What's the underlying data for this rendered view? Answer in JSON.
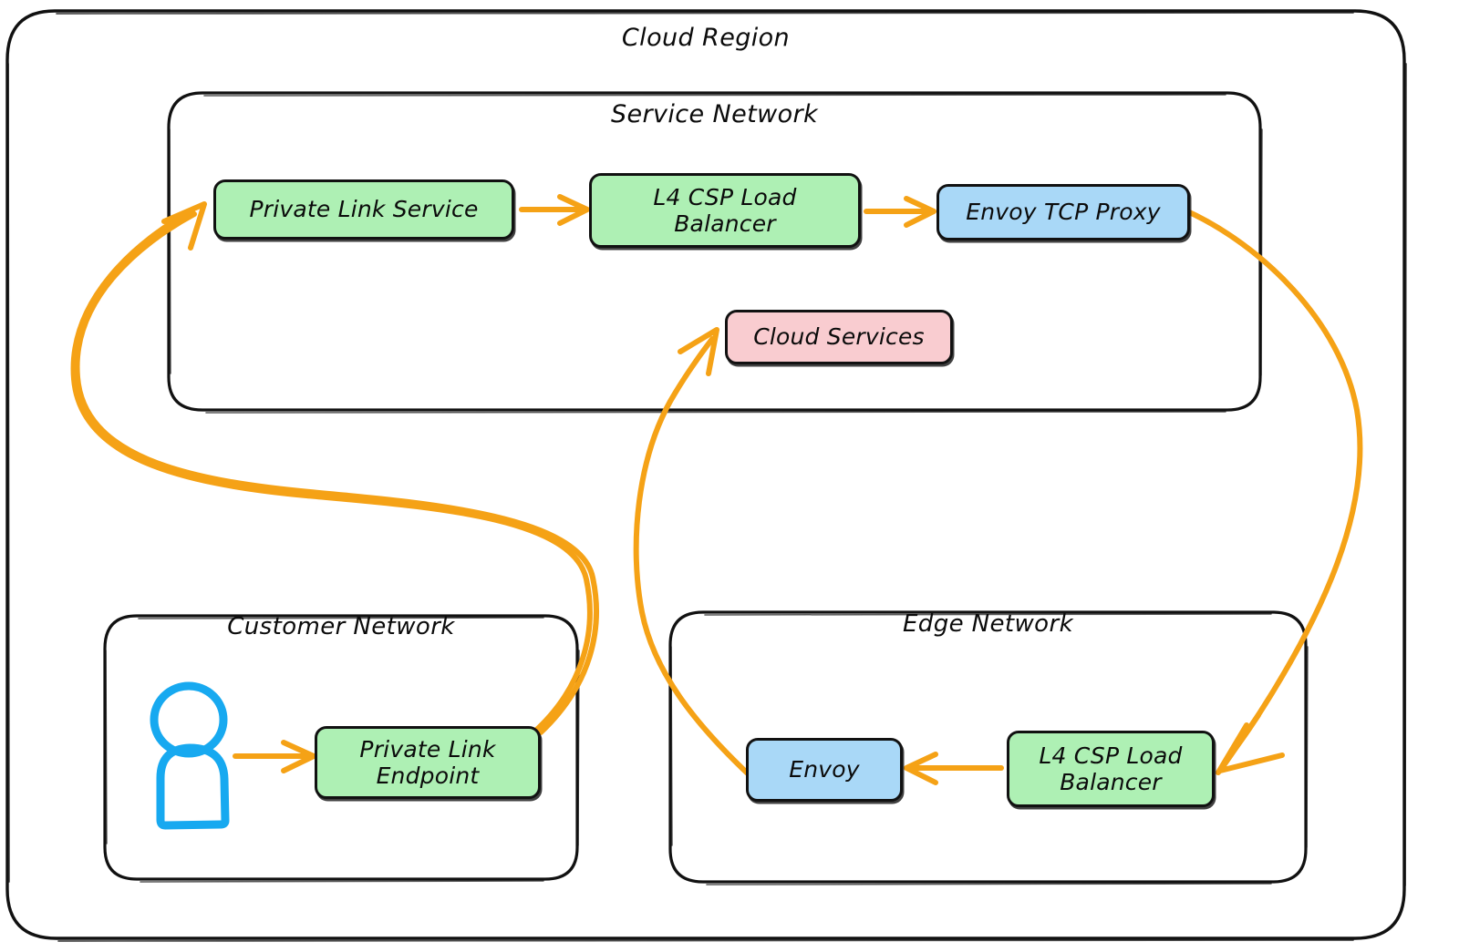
{
  "diagram": {
    "title": "Cloud Region",
    "style": "hand-drawn architecture diagram",
    "colors": {
      "green_fill": "#aef0b4",
      "blue_fill": "#a9d8f7",
      "pink_fill": "#f9ccd0",
      "arrow": "#f5a216",
      "actor": "#17a9f0",
      "stroke": "#111111",
      "background": "#ffffff"
    }
  },
  "groups": {
    "cloud_region": {
      "label": "Cloud Region"
    },
    "service_network": {
      "label": "Service Network"
    },
    "customer_network": {
      "label": "Customer Network"
    },
    "edge_network": {
      "label": "Edge Network"
    }
  },
  "nodes": {
    "private_link_service": {
      "label": "Private Link Service",
      "color": "green"
    },
    "service_l4_lb": {
      "label": "L4 CSP Load Balancer",
      "color": "green"
    },
    "envoy_tcp_proxy": {
      "label": "Envoy TCP Proxy",
      "color": "blue"
    },
    "cloud_services": {
      "label": "Cloud Services",
      "color": "pink"
    },
    "private_link_endpoint": {
      "label": "Private Link Endpoint",
      "color": "green"
    },
    "envoy": {
      "label": "Envoy",
      "color": "blue"
    },
    "edge_l4_lb": {
      "label": "L4 CSP Load Balancer",
      "color": "green"
    }
  },
  "actor": {
    "name": "customer-user",
    "color": "#17a9f0"
  },
  "edges": [
    {
      "from": "private_link_service",
      "to": "service_l4_lb",
      "style": "straight"
    },
    {
      "from": "service_l4_lb",
      "to": "envoy_tcp_proxy",
      "style": "straight"
    },
    {
      "from": "actor",
      "to": "private_link_endpoint",
      "style": "straight"
    },
    {
      "from": "edge_l4_lb",
      "to": "envoy",
      "style": "straight"
    },
    {
      "from": "private_link_endpoint",
      "to": "private_link_service",
      "style": "curved"
    },
    {
      "from": "envoy_tcp_proxy",
      "to": "edge_l4_lb",
      "style": "curved"
    },
    {
      "from": "envoy",
      "to": "cloud_services",
      "style": "curved"
    }
  ]
}
